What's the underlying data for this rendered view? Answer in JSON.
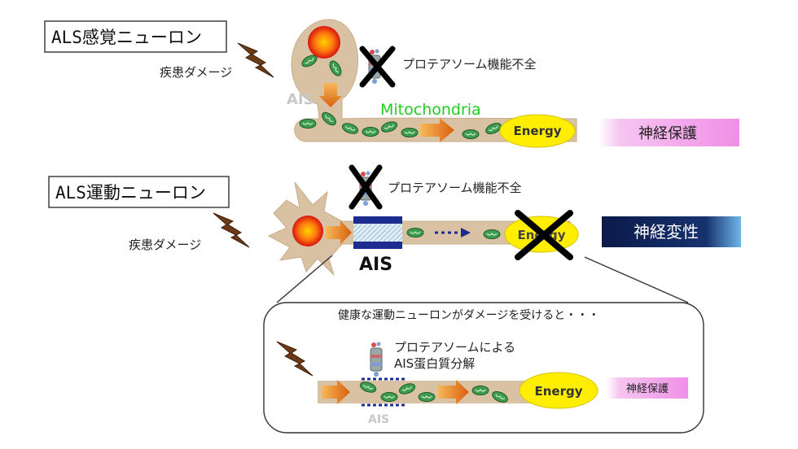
{
  "sensory": {
    "title": "ALS感覚ニューロン",
    "damage": "疾患ダメージ",
    "ais": "AIS",
    "proteasome": "プロテアソーム機能不全",
    "mitochondria": "Mitochondria",
    "energy": "Energy",
    "outcome": "神経保護"
  },
  "motor": {
    "title": "ALS運動ニューロン",
    "damage": "疾患ダメージ",
    "ais": "AIS",
    "proteasome": "プロテアソーム機能不全",
    "energy": "Energy",
    "outcome": "神経変性"
  },
  "inset": {
    "caption": "健康な運動ニューロンがダメージを受けると・・・",
    "proteasome_line1": "プロテアソームによる",
    "proteasome_line2": "AIS蛋白質分解",
    "energy": "Energy",
    "outcome": "神経保護",
    "ais": "AIS"
  },
  "colors": {
    "neuron_body": "#d9c2a4",
    "nucleus": "#e8201c",
    "mitochondria": "#3f9b4d",
    "energy": "#ffee00",
    "arrow": "#e67a1e",
    "ais_band": "#1d2c8f",
    "protect_box": "#f4a8ee",
    "degen_box": "#0f2459",
    "mito_label": "#22cc22",
    "bolt": "#6b3a16"
  }
}
